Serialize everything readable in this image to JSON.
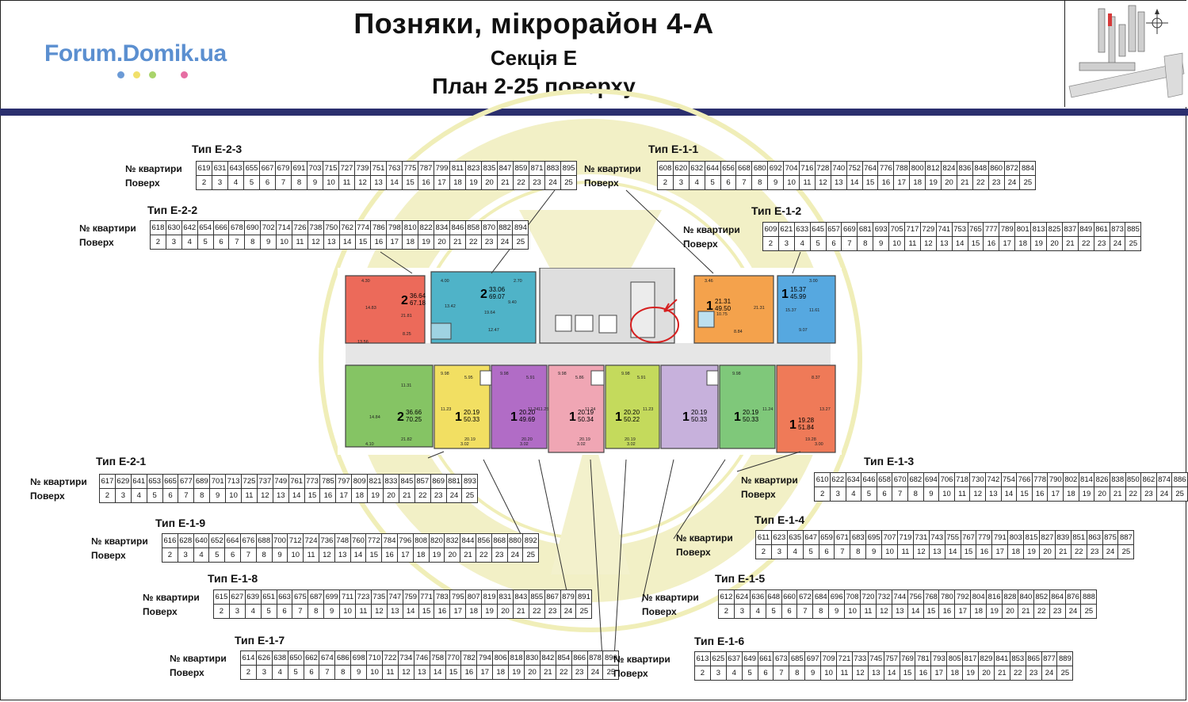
{
  "header": {
    "title": "Позняки, мікрорайон 4-А",
    "subtitle": "Секція Е",
    "plan_title": "План 2-25 поверху",
    "logo_text": "Forum.Domik.ua"
  },
  "labels": {
    "apartment_row": "№ квартири",
    "floor_row": "Поверх"
  },
  "floors": [
    "2",
    "3",
    "4",
    "5",
    "6",
    "7",
    "8",
    "9",
    "10",
    "11",
    "12",
    "13",
    "14",
    "15",
    "16",
    "17",
    "18",
    "19",
    "20",
    "21",
    "22",
    "23",
    "24",
    "25"
  ],
  "tables": [
    {
      "type": "Тип Е-2-3",
      "apartments": [
        "619",
        "631",
        "643",
        "655",
        "667",
        "679",
        "691",
        "703",
        "715",
        "727",
        "739",
        "751",
        "763",
        "775",
        "787",
        "799",
        "811",
        "823",
        "835",
        "847",
        "859",
        "871",
        "883",
        "895"
      ]
    },
    {
      "type": "Тип Е-1-1",
      "apartments": [
        "608",
        "620",
        "632",
        "644",
        "656",
        "668",
        "680",
        "692",
        "704",
        "716",
        "728",
        "740",
        "752",
        "764",
        "776",
        "788",
        "800",
        "812",
        "824",
        "836",
        "848",
        "860",
        "872",
        "884"
      ]
    },
    {
      "type": "Тип Е-2-2",
      "apartments": [
        "618",
        "630",
        "642",
        "654",
        "666",
        "678",
        "690",
        "702",
        "714",
        "726",
        "738",
        "750",
        "762",
        "774",
        "786",
        "798",
        "810",
        "822",
        "834",
        "846",
        "858",
        "870",
        "882",
        "894"
      ]
    },
    {
      "type": "Тип Е-1-2",
      "apartments": [
        "609",
        "621",
        "633",
        "645",
        "657",
        "669",
        "681",
        "693",
        "705",
        "717",
        "729",
        "741",
        "753",
        "765",
        "777",
        "789",
        "801",
        "813",
        "825",
        "837",
        "849",
        "861",
        "873",
        "885"
      ]
    },
    {
      "type": "Тип Е-2-1",
      "apartments": [
        "617",
        "629",
        "641",
        "653",
        "665",
        "677",
        "689",
        "701",
        "713",
        "725",
        "737",
        "749",
        "761",
        "773",
        "785",
        "797",
        "809",
        "821",
        "833",
        "845",
        "857",
        "869",
        "881",
        "893"
      ]
    },
    {
      "type": "Тип Е-1-3",
      "apartments": [
        "610",
        "622",
        "634",
        "646",
        "658",
        "670",
        "682",
        "694",
        "706",
        "718",
        "730",
        "742",
        "754",
        "766",
        "778",
        "790",
        "802",
        "814",
        "826",
        "838",
        "850",
        "862",
        "874",
        "886"
      ]
    },
    {
      "type": "Тип Е-1-9",
      "apartments": [
        "616",
        "628",
        "640",
        "652",
        "664",
        "676",
        "688",
        "700",
        "712",
        "724",
        "736",
        "748",
        "760",
        "772",
        "784",
        "796",
        "808",
        "820",
        "832",
        "844",
        "856",
        "868",
        "880",
        "892"
      ]
    },
    {
      "type": "Тип Е-1-4",
      "apartments": [
        "611",
        "623",
        "635",
        "647",
        "659",
        "671",
        "683",
        "695",
        "707",
        "719",
        "731",
        "743",
        "755",
        "767",
        "779",
        "791",
        "803",
        "815",
        "827",
        "839",
        "851",
        "863",
        "875",
        "887"
      ]
    },
    {
      "type": "Тип Е-1-8",
      "apartments": [
        "615",
        "627",
        "639",
        "651",
        "663",
        "675",
        "687",
        "699",
        "711",
        "723",
        "735",
        "747",
        "759",
        "771",
        "783",
        "795",
        "807",
        "819",
        "831",
        "843",
        "855",
        "867",
        "879",
        "891"
      ]
    },
    {
      "type": "Тип Е-1-5",
      "apartments": [
        "612",
        "624",
        "636",
        "648",
        "660",
        "672",
        "684",
        "696",
        "708",
        "720",
        "732",
        "744",
        "756",
        "768",
        "780",
        "792",
        "804",
        "816",
        "828",
        "840",
        "852",
        "864",
        "876",
        "888"
      ]
    },
    {
      "type": "Тип Е-1-7",
      "apartments": [
        "614",
        "626",
        "638",
        "650",
        "662",
        "674",
        "686",
        "698",
        "710",
        "722",
        "734",
        "746",
        "758",
        "770",
        "782",
        "794",
        "806",
        "818",
        "830",
        "842",
        "854",
        "866",
        "878",
        "890"
      ]
    },
    {
      "type": "Тип Е-1-6",
      "apartments": [
        "613",
        "625",
        "637",
        "649",
        "661",
        "673",
        "685",
        "697",
        "709",
        "721",
        "733",
        "745",
        "757",
        "769",
        "781",
        "793",
        "805",
        "817",
        "829",
        "841",
        "853",
        "865",
        "877",
        "889"
      ]
    }
  ],
  "plan_units": [
    {
      "rooms": "2",
      "area_living": "36.64",
      "area_total": "67.18",
      "color": "#ec6a5a"
    },
    {
      "rooms": "2",
      "area_living": "33.06",
      "area_total": "69.07",
      "color": "#4fb3c8"
    },
    {
      "rooms": "1",
      "area_living": "21.31",
      "area_total": "49.50",
      "color": "#f4a24c"
    },
    {
      "rooms": "1",
      "area_living": "15.37",
      "area_total": "45.99",
      "color": "#56a8e0"
    },
    {
      "rooms": "2",
      "area_living": "36.66",
      "area_total": "70.25",
      "color": "#85c464"
    },
    {
      "rooms": "1",
      "area_living": "20.19",
      "area_total": "50.33",
      "color": "#f2df62"
    },
    {
      "rooms": "1",
      "area_living": "20.20",
      "area_total": "49.69",
      "color": "#b16cc6"
    },
    {
      "rooms": "1",
      "area_living": "20.19",
      "area_total": "50.34",
      "color": "#f0a6b4"
    },
    {
      "rooms": "1",
      "area_living": "20.20",
      "area_total": "50.22",
      "color": "#c4da5c"
    },
    {
      "rooms": "1",
      "area_living": "20.19",
      "area_total": "50.33",
      "color": "#c7b1dc"
    },
    {
      "rooms": "1",
      "area_living": "20.19",
      "area_total": "50.33",
      "color": "#7fc87a"
    },
    {
      "rooms": "1",
      "area_living": "19.28",
      "area_total": "51.84",
      "color": "#ef7a58"
    }
  ],
  "room_areas": [
    "4.30",
    "14.83",
    "21.81",
    "8.25",
    "4.00",
    "13.42",
    "19.64",
    "9.40",
    "2.70",
    "12.47",
    "3.46",
    "10.75",
    "21.31",
    "8.84",
    "3.00",
    "11.61",
    "9.07",
    "15.37",
    "13.56",
    "11.31",
    "14.84",
    "21.82",
    "4.10",
    "9.98",
    "11.23",
    "5.95",
    "20.19",
    "3.02",
    "9.98",
    "11.24",
    "5.91",
    "20.20",
    "3.02",
    "9.98",
    "11.25",
    "11.24",
    "5.86",
    "20.19",
    "3.02",
    "9.98",
    "11.23",
    "5.91",
    "20.19",
    "3.02",
    "9.98",
    "11.24",
    "13.27",
    "8.37",
    "19.28",
    "3.00"
  ],
  "colors": {
    "header_band": "#2b2f6e",
    "logo": "#5b8fd0",
    "watermark": "#f0eeb8",
    "corridor": "#e6e6e6",
    "annotation": "#d62020"
  }
}
